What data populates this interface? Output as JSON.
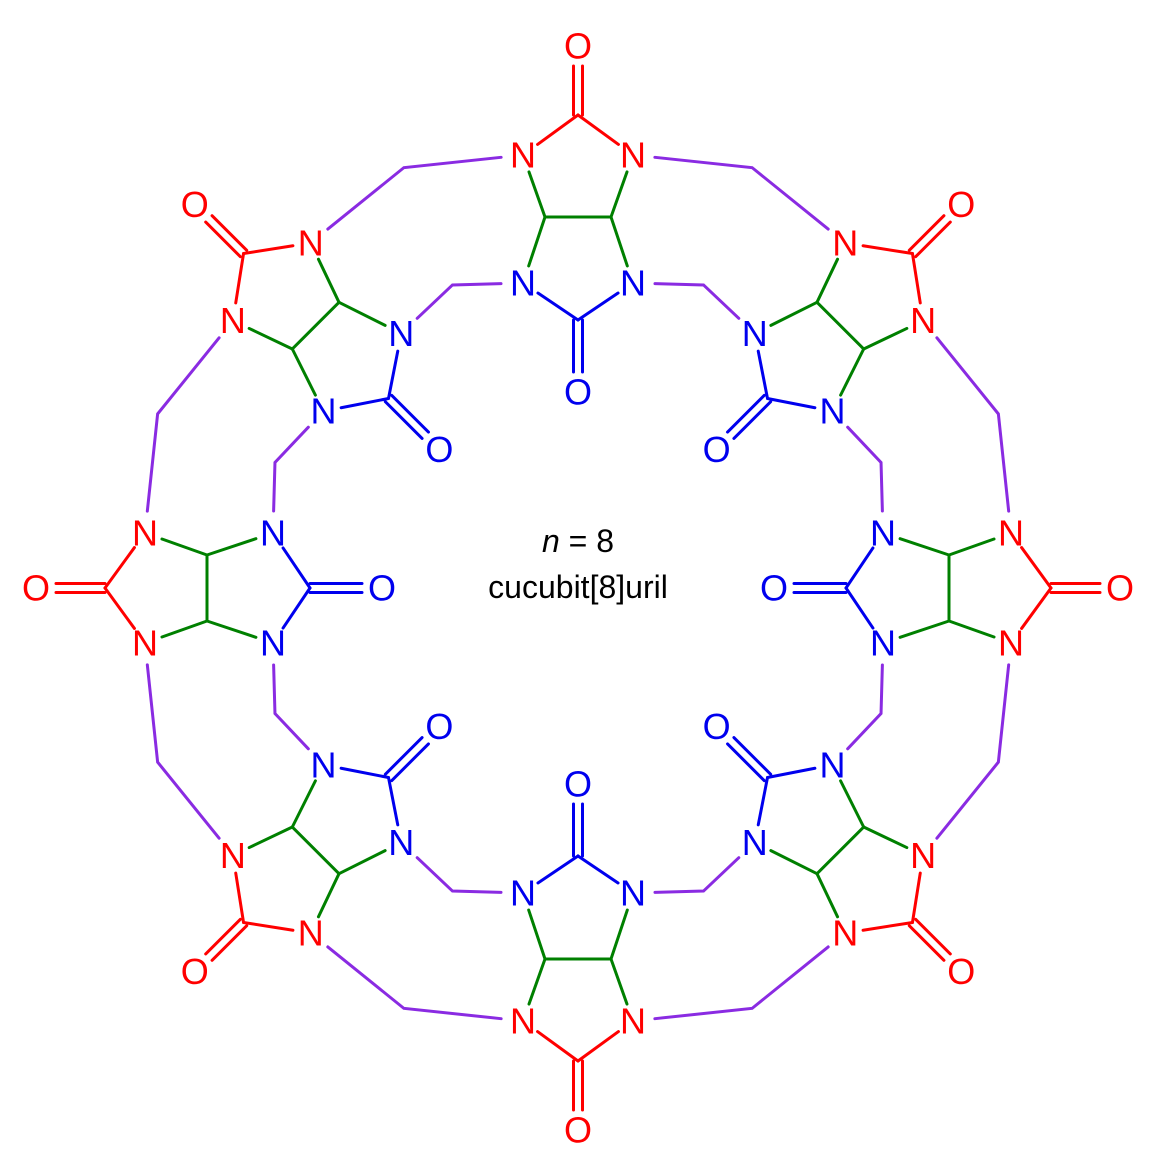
{
  "caption": {
    "n_symbol": "n",
    "n_equation": " = 8",
    "name": "cucubit[8]uril"
  },
  "molecule": {
    "glycoluril_units": 8,
    "atom_labels": {
      "nitrogen": "N",
      "oxygen": "O"
    },
    "colors": {
      "outer_carbonyl": "#ff0000",
      "inner_carbonyl": "#0000ee",
      "ring_fusion": "#008000",
      "methylene_bridge": "#8a2be2",
      "caption": "#000000"
    }
  }
}
